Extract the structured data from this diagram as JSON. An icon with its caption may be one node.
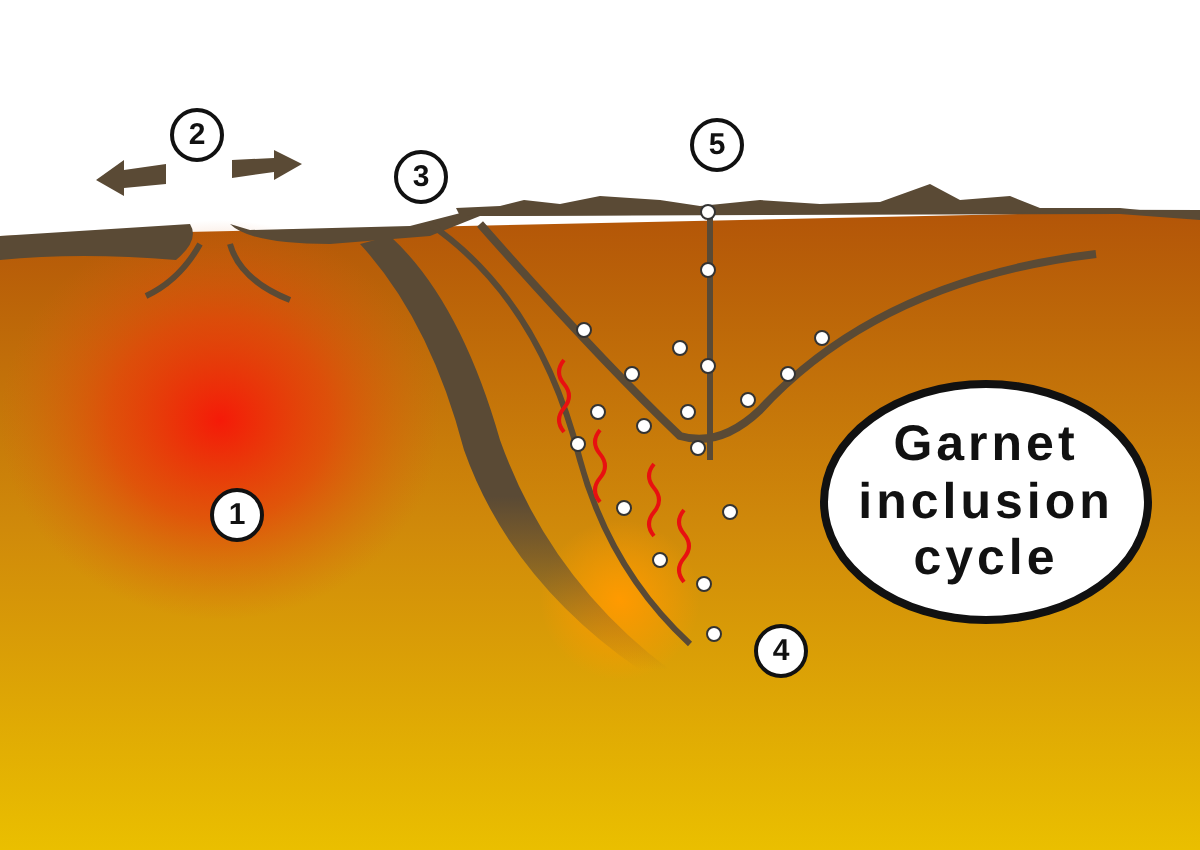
{
  "diagram": {
    "nodes": [
      {
        "text": [
          "2"
        ]
      },
      {
        "text": [
          "5"
        ]
      },
      {
        "text": [
          "3"
        ]
      },
      {
        "text": [
          "Garnet inclusion cycle"
        ]
      },
      {
        "text": [
          "1"
        ]
      },
      {
        "text": [
          "4"
        ]
      }
    ]
  }
}
